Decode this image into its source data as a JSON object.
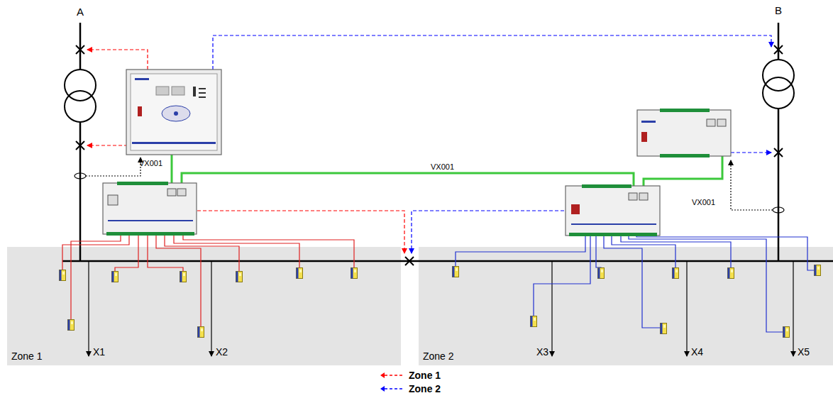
{
  "diagram": {
    "nodes": [
      {
        "text": [
          "Zone 1"
        ]
      },
      {
        "text": [
          "Zone 2"
        ]
      }
    ],
    "labels": [
      "A",
      "B",
      "VX001",
      "VX001",
      "VX001",
      "X1",
      "X2",
      "X3",
      "X4",
      "X5"
    ],
    "legend": [
      {
        "text": "Zone 1"
      },
      {
        "text": "Zone 2"
      }
    ]
  }
}
